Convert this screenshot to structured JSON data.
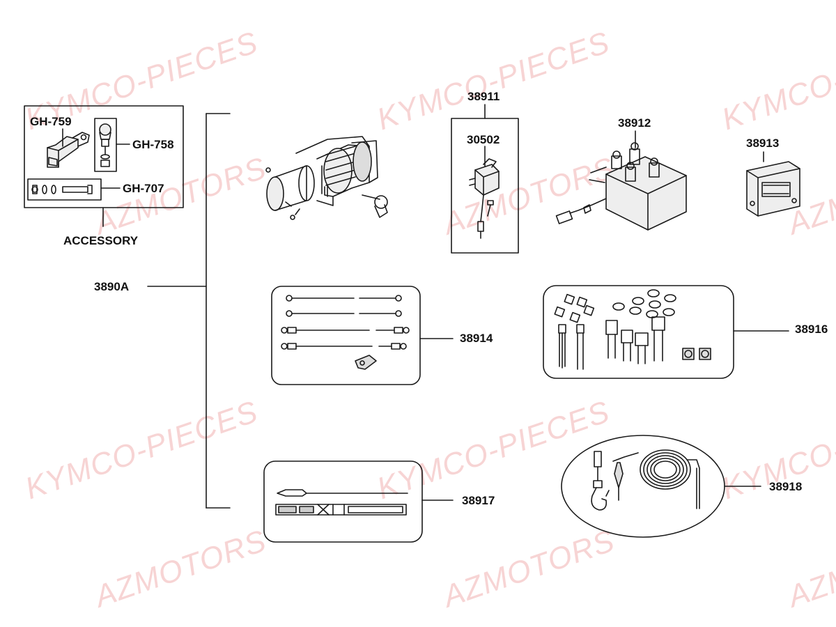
{
  "watermarks": {
    "kymco": "KYMCO-PIECES",
    "azmotors": "AZMOTORS"
  },
  "labels": {
    "gh759": "GH-759",
    "gh758": "GH-758",
    "gh707": "GH-707",
    "accessory": "ACCESSORY",
    "p3890a": "3890A",
    "p38911": "38911",
    "p30502": "30502",
    "p38912": "38912",
    "p38913": "38913",
    "p38914": "38914",
    "p38916": "38916",
    "p38917": "38917",
    "p38918": "38918"
  },
  "colors": {
    "line": "#1a1a1a",
    "part_fill": "#e8e8e8",
    "part_dark": "#555555",
    "watermark": "#f0a0a0"
  }
}
